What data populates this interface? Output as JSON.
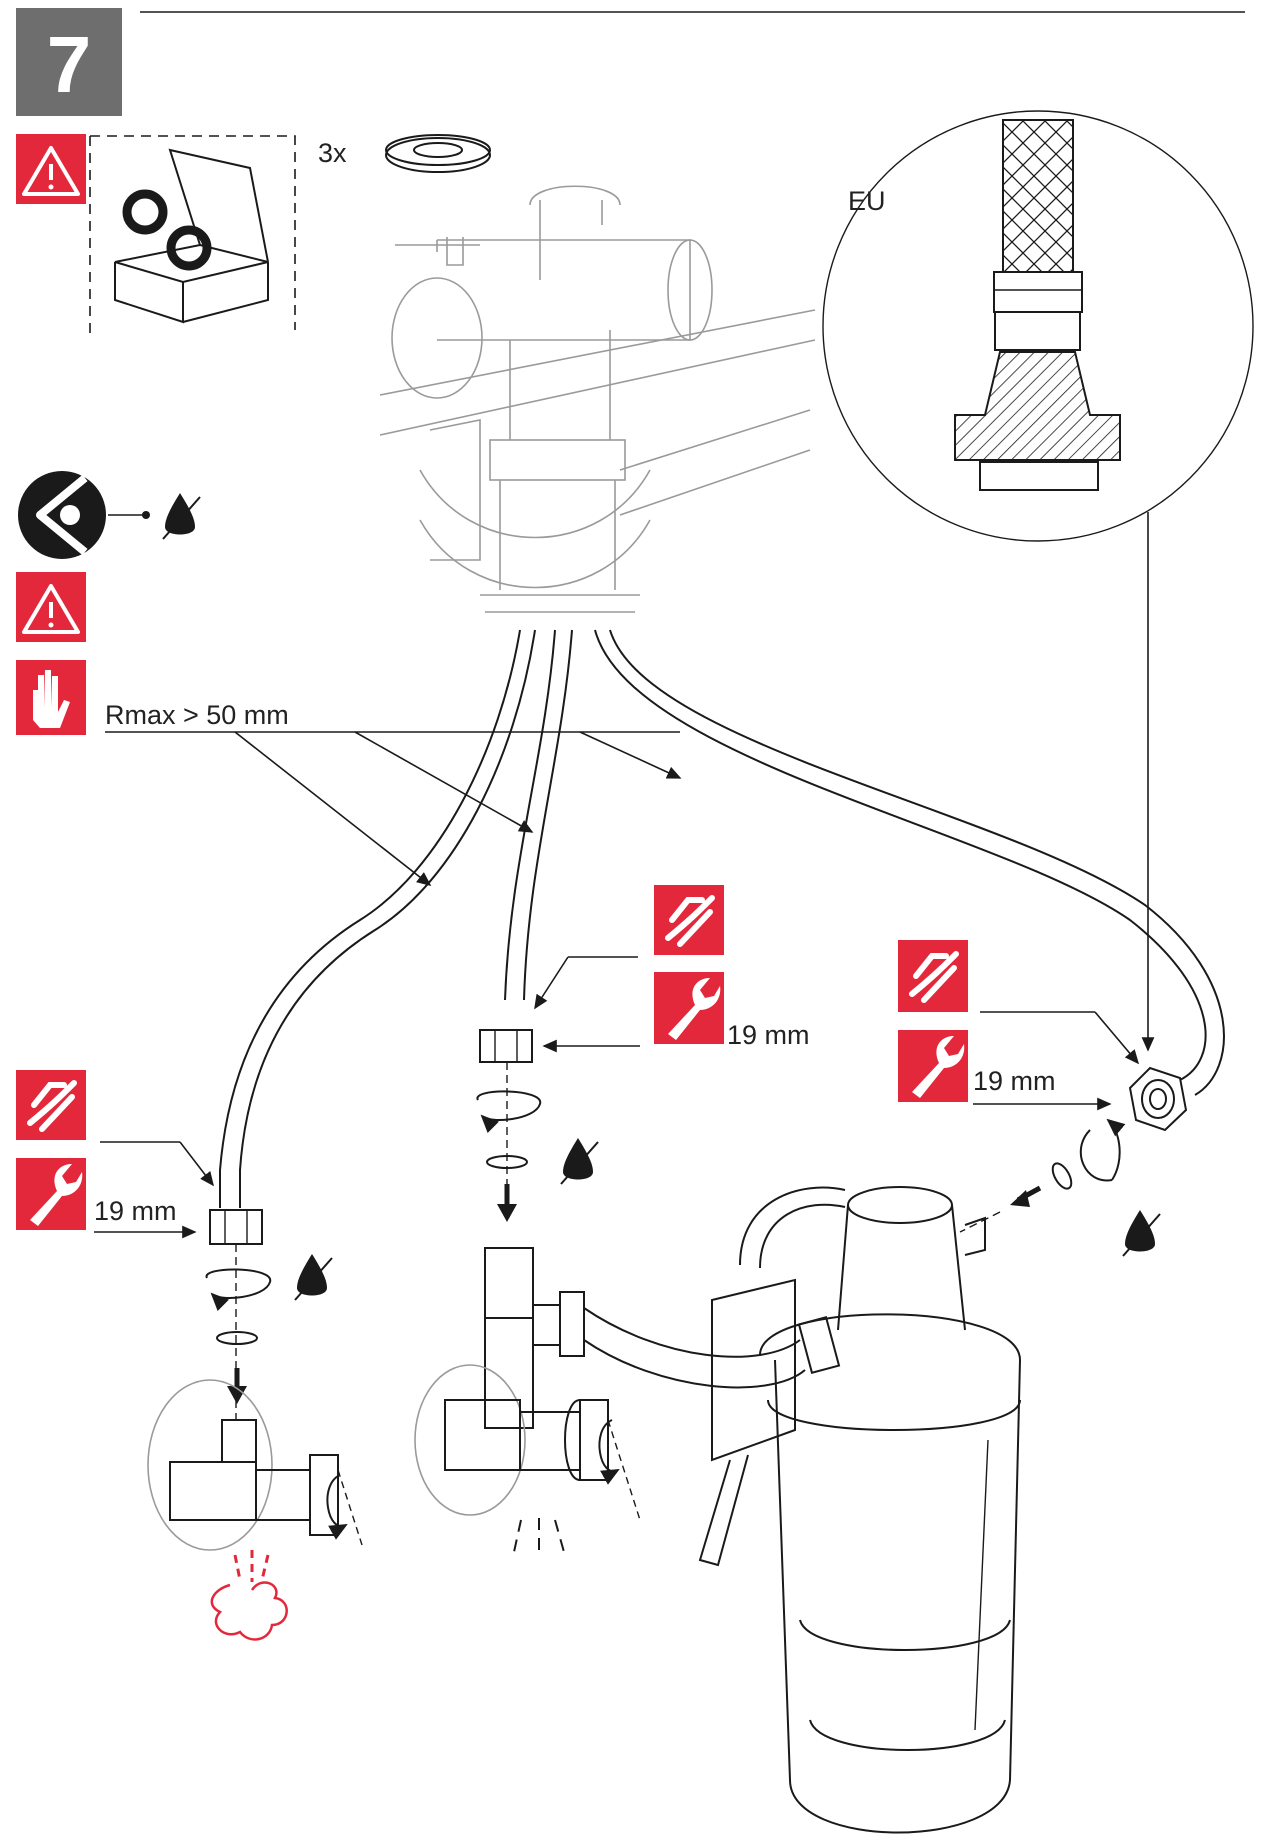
{
  "step": {
    "number": "7"
  },
  "labels": {
    "washer_count": "3x",
    "detail_region": "EU",
    "bend_radius": "Rmax > 50 mm",
    "wrench_center": "19 mm",
    "wrench_right": "19 mm",
    "wrench_left": "19 mm"
  },
  "colors": {
    "warning_red": "#e4283b",
    "step_gray": "#6e6e6e",
    "line": "#1a1a1a"
  },
  "icons": [
    "warning-icon",
    "open-box-icon",
    "washer-icon",
    "eye-icon",
    "no-drip-icon",
    "hand-icon",
    "hand-tighten-icon",
    "wrench-icon",
    "rotate-arrow-icon",
    "steam-icon",
    "water-spray-icon"
  ]
}
